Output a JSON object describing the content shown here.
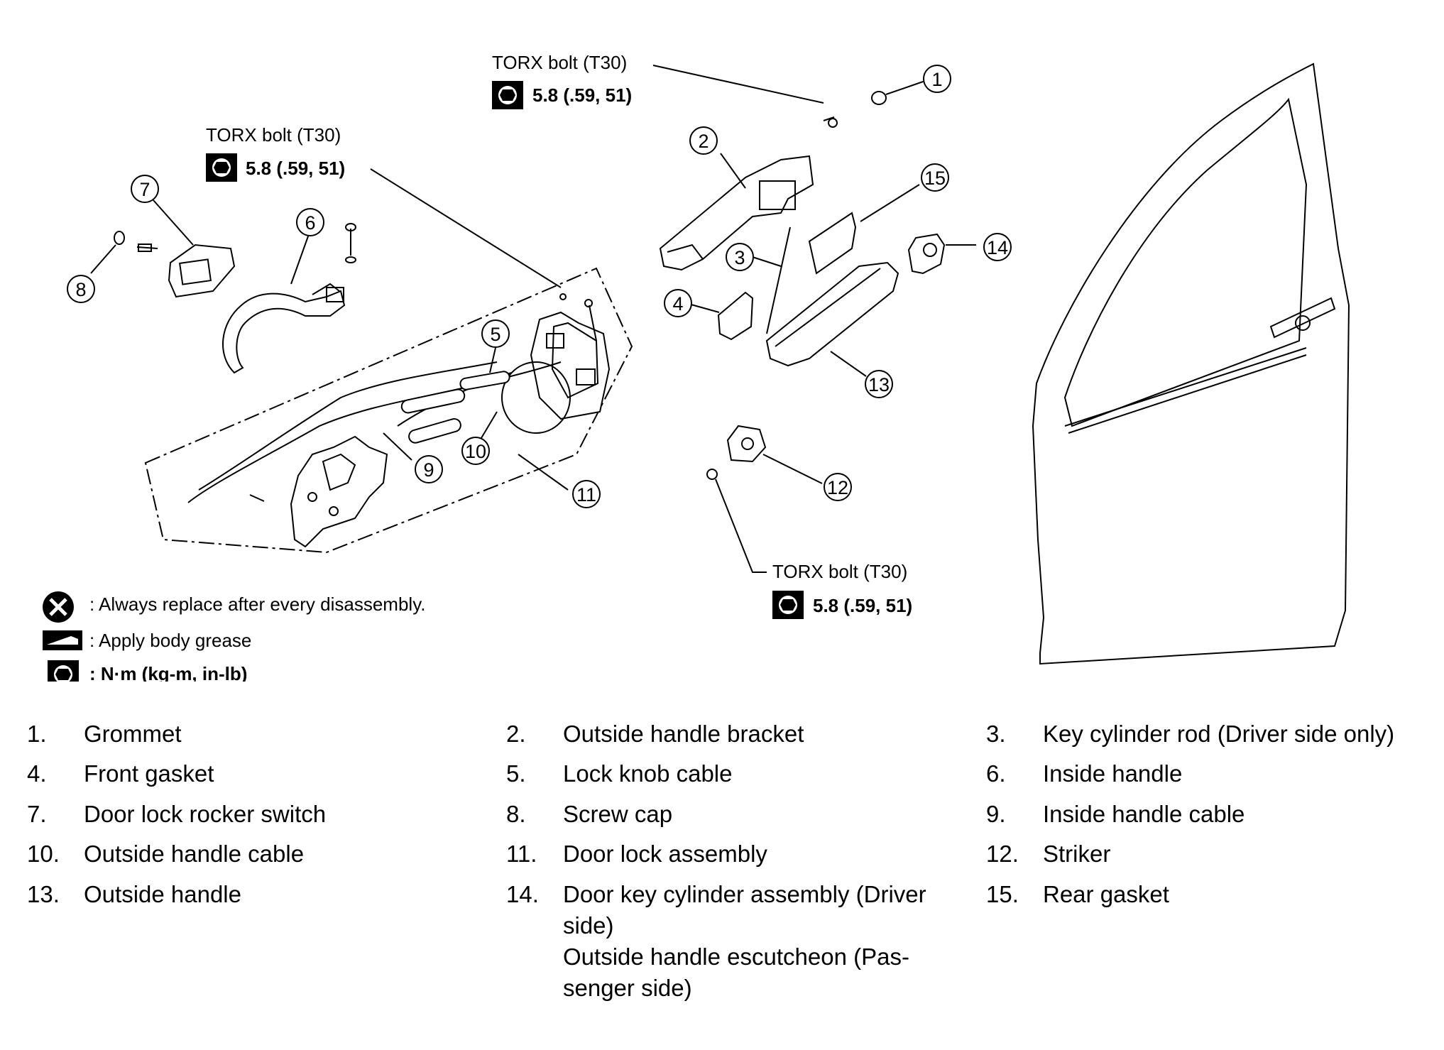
{
  "figure_id": "LIIA1331E",
  "torx_callouts": [
    {
      "label": "TORX bolt (T30)",
      "value": "5.8 (.59, 51)"
    },
    {
      "label": "TORX bolt (T30)",
      "value": "5.8 (.59, 51)"
    },
    {
      "label": "TORX bolt (T30)",
      "value": "5.8 (.59, 51)"
    }
  ],
  "legend": [
    {
      "icon": "replace-x-icon",
      "text": ": Always replace after every disassembly."
    },
    {
      "icon": "grease-icon",
      "text": ": Apply body grease"
    },
    {
      "icon": "torque-wrench-icon",
      "text": ": N·m (kg-m, in-lb)"
    }
  ],
  "callout_numbers": [
    "1",
    "2",
    "3",
    "4",
    "5",
    "6",
    "7",
    "8",
    "9",
    "10",
    "11",
    "12",
    "13",
    "14",
    "15"
  ],
  "parts": [
    {
      "num": "1.",
      "name": "Grommet"
    },
    {
      "num": "2.",
      "name": "Outside handle bracket"
    },
    {
      "num": "3.",
      "name": "Key cylinder rod (Driver side only)"
    },
    {
      "num": "4.",
      "name": "Front gasket"
    },
    {
      "num": "5.",
      "name": "Lock knob cable"
    },
    {
      "num": "6.",
      "name": "Inside handle"
    },
    {
      "num": "7.",
      "name": "Door lock rocker switch"
    },
    {
      "num": "8.",
      "name": "Screw cap"
    },
    {
      "num": "9.",
      "name": "Inside handle cable"
    },
    {
      "num": "10.",
      "name": "Outside handle cable"
    },
    {
      "num": "11.",
      "name": "Door lock assembly"
    },
    {
      "num": "12.",
      "name": "Striker"
    },
    {
      "num": "13.",
      "name": "Outside handle"
    },
    {
      "num": "14.",
      "name": "Door key cylinder assembly (Driver side)\nOutside handle escutcheon (Pas-\nsenger side)"
    },
    {
      "num": "15.",
      "name": "Rear gasket"
    }
  ]
}
